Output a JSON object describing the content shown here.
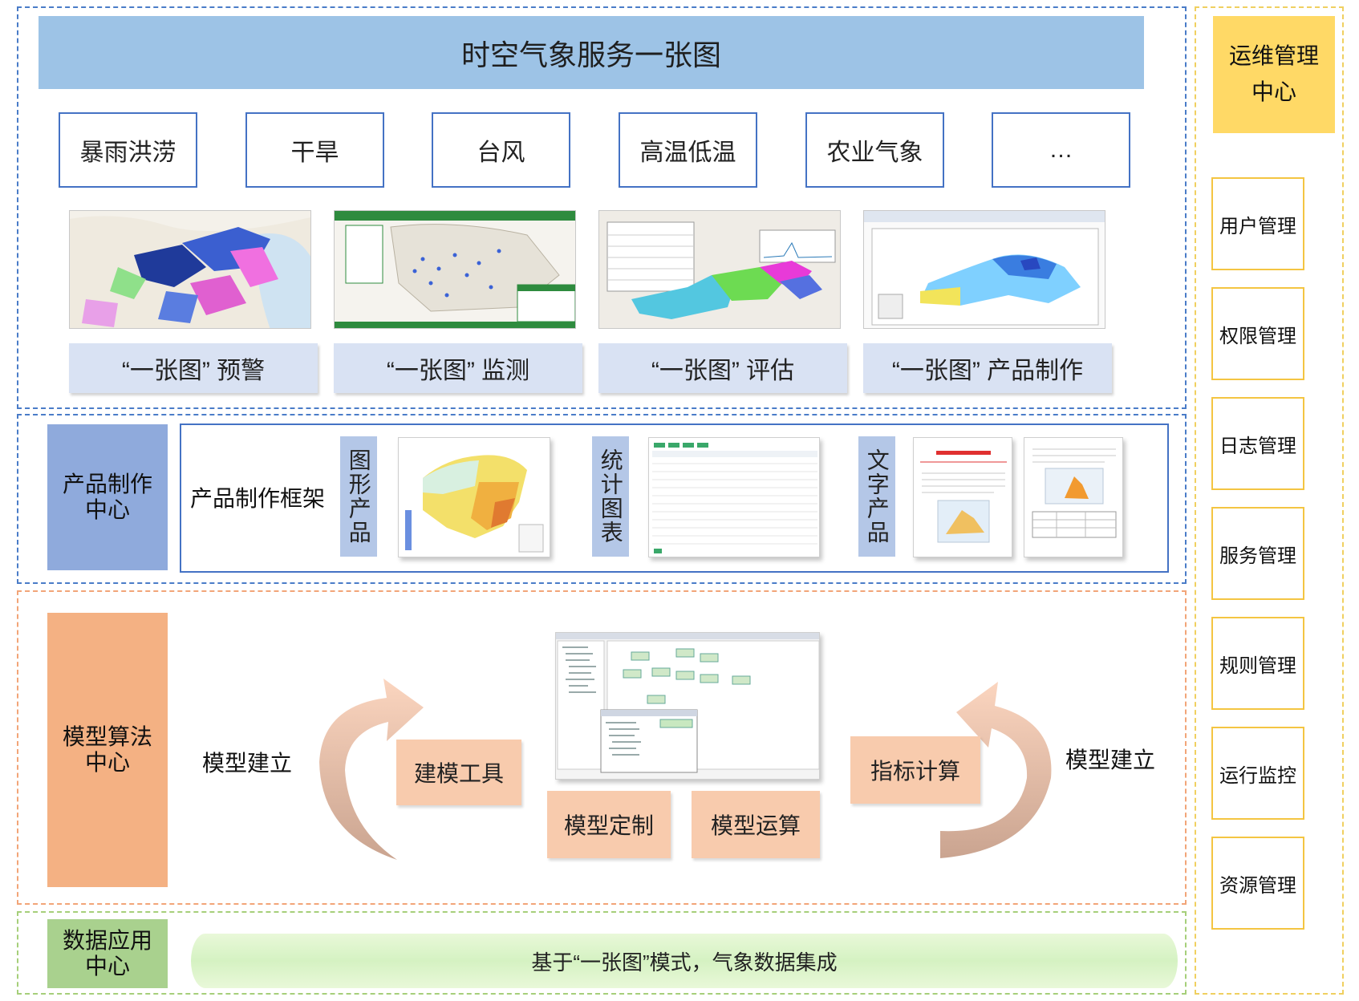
{
  "title": "时空气象服务一张图",
  "categories": [
    "暴雨洪涝",
    "干旱",
    "台风",
    "高温低温",
    "农业气象",
    "…"
  ],
  "captions": [
    "“一张图” 预警",
    "“一张图” 监测",
    "“一张图” 评估",
    "“一张图” 产品制作"
  ],
  "product_center": {
    "name_line1": "产品制作",
    "name_line2": "中心",
    "framework": "产品制作框架",
    "types": [
      "图形产品",
      "统计图表",
      "文字产品"
    ]
  },
  "model_center": {
    "name_line1": "模型算法",
    "name_line2": "中心",
    "build_left": "模型建立",
    "build_right": "模型建立",
    "tool": "建模工具",
    "custom": "模型定制",
    "compute": "模型运算",
    "indicator": "指标计算"
  },
  "data_center": {
    "name_line1": "数据应用",
    "name_line2": "中心",
    "banner": "基于“一张图”模式，气象数据集成"
  },
  "ops_center": {
    "title_line1": "运维管理",
    "title_line2": "中心",
    "items": [
      "用户管理",
      "权限管理",
      "日志管理",
      "服务管理",
      "规则管理",
      "运行监控",
      "资源管理"
    ]
  },
  "colors": {
    "blue_frame": "#4a7cc8",
    "banner": "#9dc3e6",
    "caption": "#d9e2f3",
    "product_center": "#8faadc",
    "model_center": "#f4b183",
    "data_center": "#a9d18e",
    "ops_title": "#ffd966"
  }
}
